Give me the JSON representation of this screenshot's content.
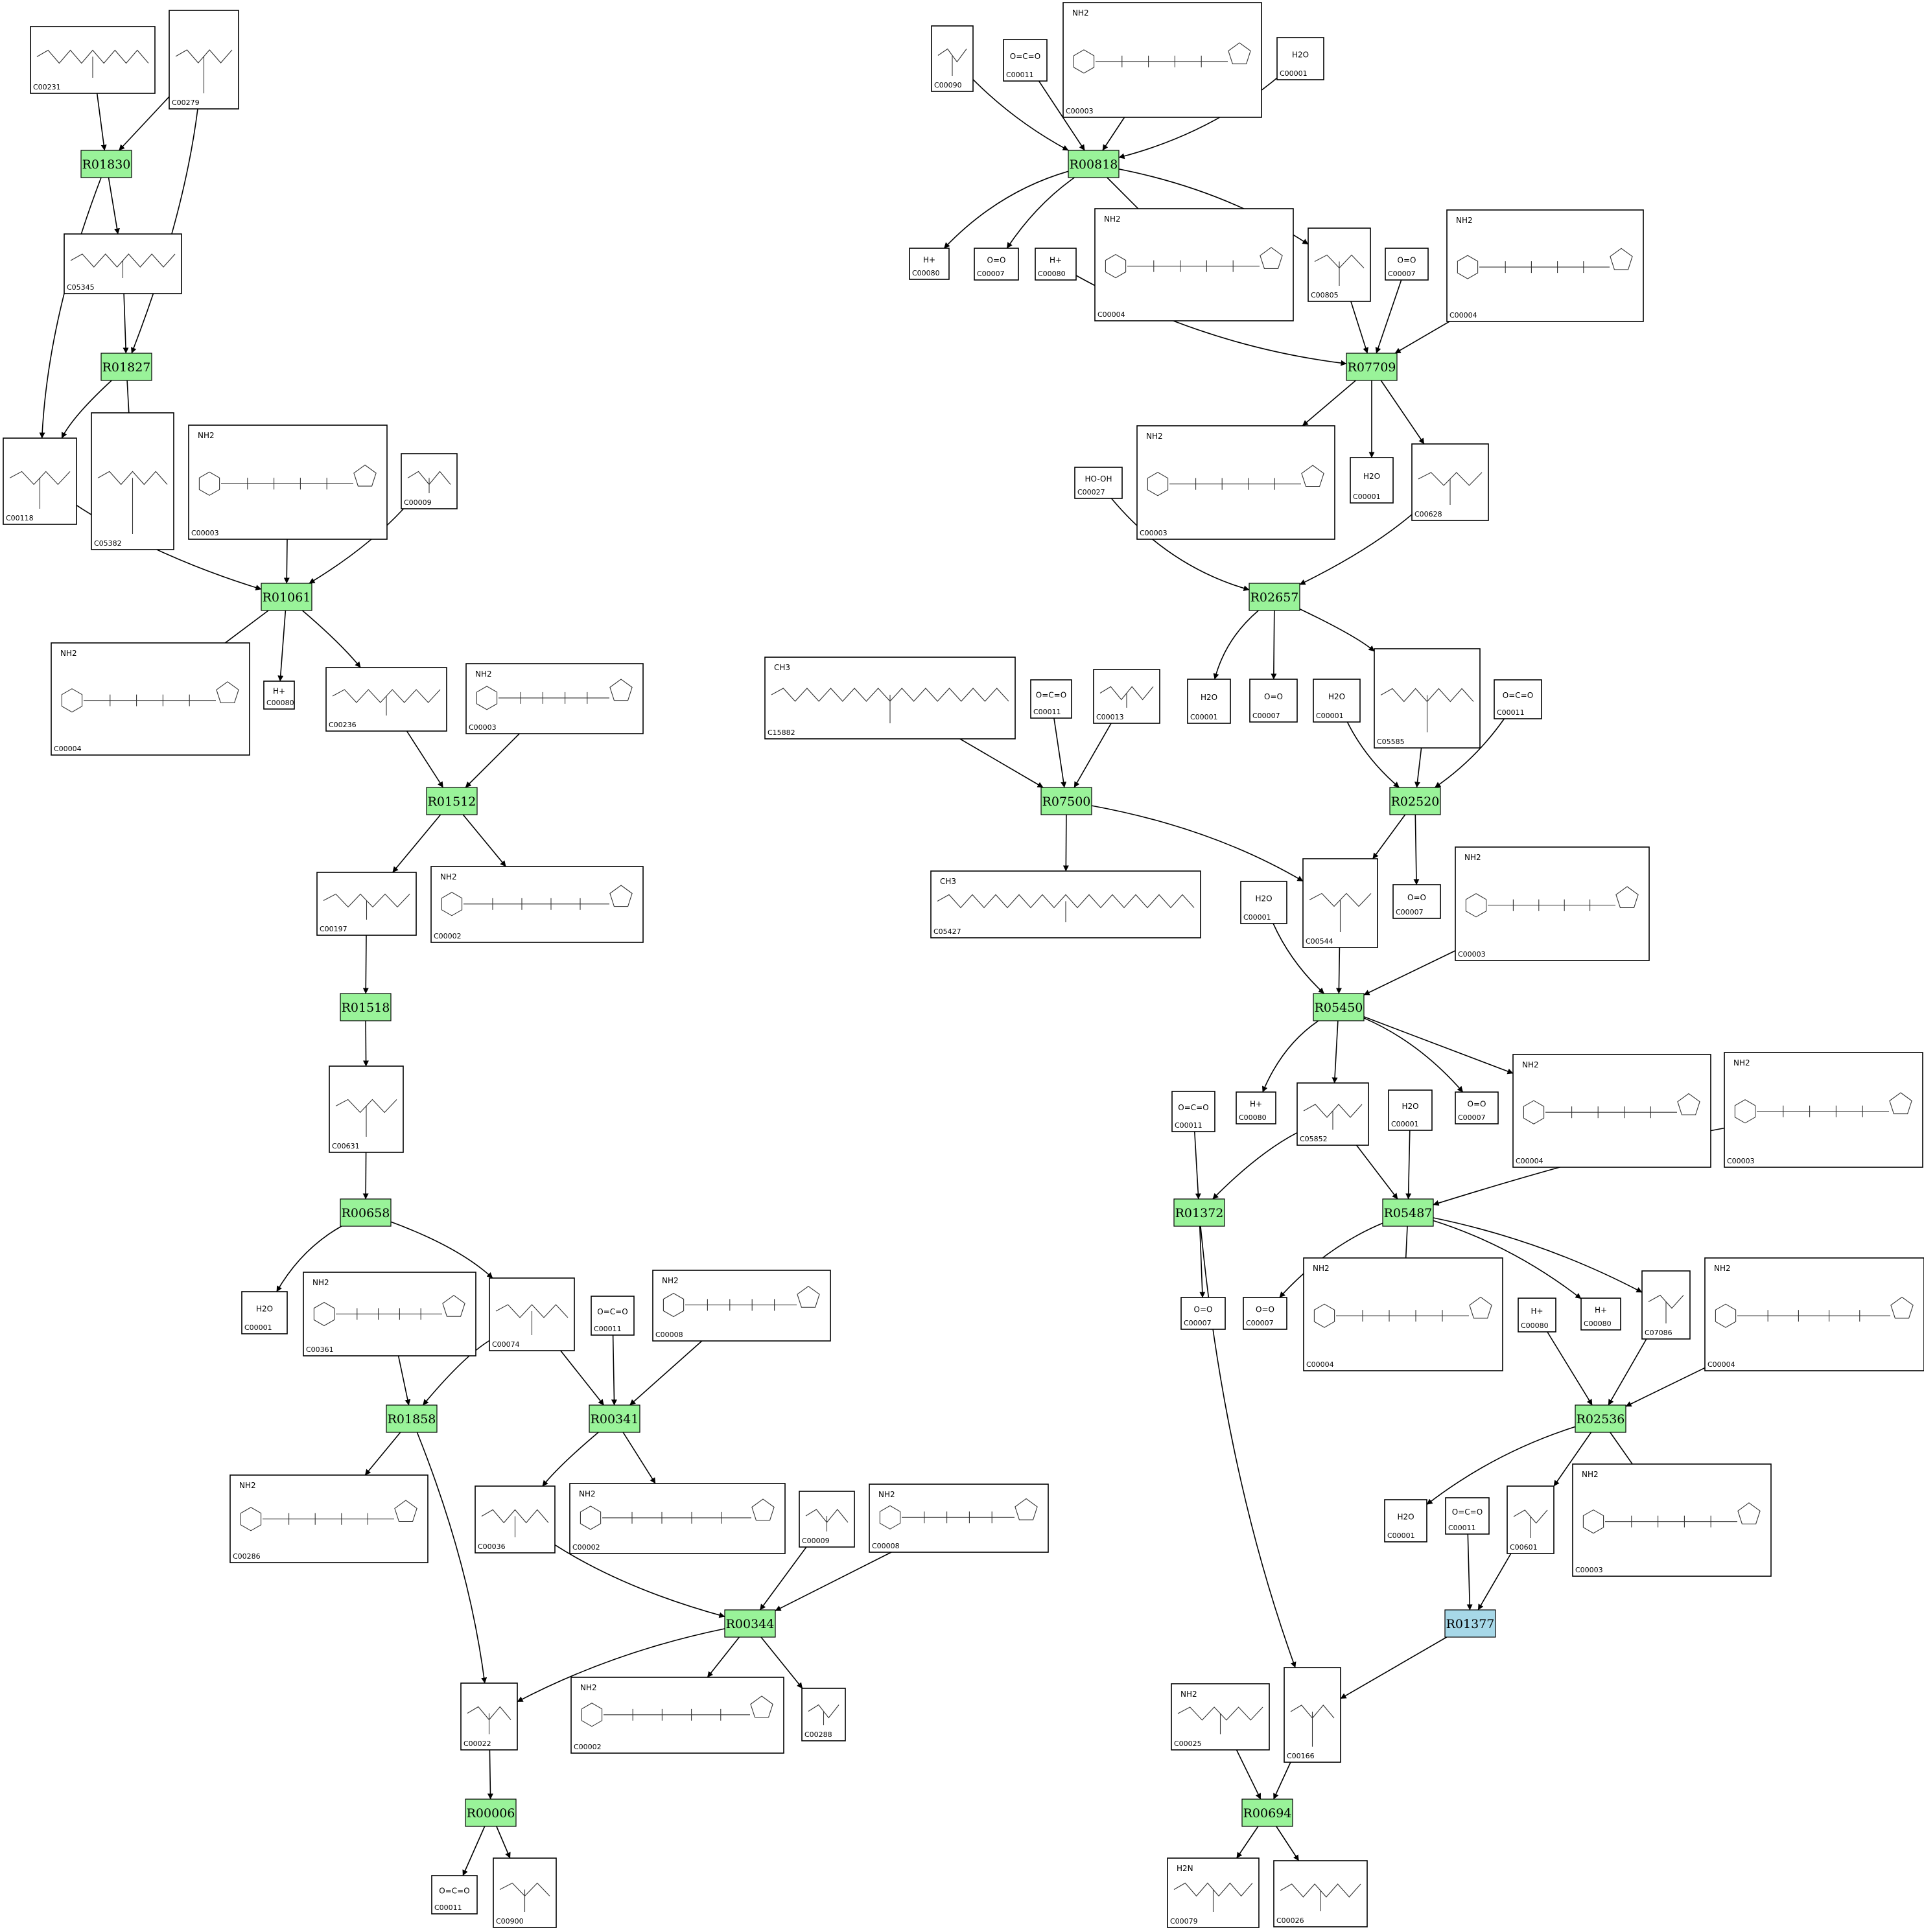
{
  "colors": {
    "reaction_fill": "#99f399",
    "reaction_highlight_fill": "#a7d8e8",
    "edge": "#000000",
    "compound_border": "#000000"
  },
  "reactions": [
    {
      "id": "R01830",
      "label": "R01830",
      "highlight": false
    },
    {
      "id": "R01827",
      "label": "R01827",
      "highlight": false
    },
    {
      "id": "R01061",
      "label": "R01061",
      "highlight": false
    },
    {
      "id": "R01512",
      "label": "R01512",
      "highlight": false
    },
    {
      "id": "R01518",
      "label": "R01518",
      "highlight": false
    },
    {
      "id": "R00658",
      "label": "R00658",
      "highlight": false
    },
    {
      "id": "R01858",
      "label": "R01858",
      "highlight": false
    },
    {
      "id": "R00341",
      "label": "R00341",
      "highlight": false
    },
    {
      "id": "R00344",
      "label": "R00344",
      "highlight": false
    },
    {
      "id": "R00006",
      "label": "R00006",
      "highlight": false
    },
    {
      "id": "R00818",
      "label": "R00818",
      "highlight": false
    },
    {
      "id": "R07709",
      "label": "R07709",
      "highlight": false
    },
    {
      "id": "R02657",
      "label": "R02657",
      "highlight": false
    },
    {
      "id": "R07500",
      "label": "R07500",
      "highlight": false
    },
    {
      "id": "R02520",
      "label": "R02520",
      "highlight": false
    },
    {
      "id": "R05450",
      "label": "R05450",
      "highlight": false
    },
    {
      "id": "R01372",
      "label": "R01372",
      "highlight": false
    },
    {
      "id": "R05487",
      "label": "R05487",
      "highlight": false
    },
    {
      "id": "R02536",
      "label": "R02536",
      "highlight": false
    },
    {
      "id": "R01377",
      "label": "R01377",
      "highlight": true
    },
    {
      "id": "R00694",
      "label": "R00694",
      "highlight": false
    }
  ],
  "compounds": [
    {
      "key": "n1",
      "label": "C00231",
      "struct": ""
    },
    {
      "key": "n2",
      "label": "C00279",
      "struct": ""
    },
    {
      "key": "n3",
      "label": "C05345",
      "struct": ""
    },
    {
      "key": "n4",
      "label": "C00118",
      "struct": ""
    },
    {
      "key": "n5",
      "label": "C05382",
      "struct": ""
    },
    {
      "key": "n6",
      "label": "C00003",
      "struct": "NH2"
    },
    {
      "key": "n7",
      "label": "C00009",
      "struct": ""
    },
    {
      "key": "n8",
      "label": "C00004",
      "struct": "NH2"
    },
    {
      "key": "n9",
      "label": "C00080",
      "struct": "H+"
    },
    {
      "key": "n10",
      "label": "C00236",
      "struct": ""
    },
    {
      "key": "n11",
      "label": "C00003",
      "struct": "NH2"
    },
    {
      "key": "n12",
      "label": "C00197",
      "struct": ""
    },
    {
      "key": "n13",
      "label": "C00002",
      "struct": "NH2"
    },
    {
      "key": "n14",
      "label": "C00631",
      "struct": ""
    },
    {
      "key": "n15",
      "label": "C00001",
      "struct": "H2O"
    },
    {
      "key": "n16",
      "label": "C00361",
      "struct": "NH2"
    },
    {
      "key": "n17",
      "label": "C00074",
      "struct": ""
    },
    {
      "key": "n18",
      "label": "C00011",
      "struct": "O=C=O"
    },
    {
      "key": "n19",
      "label": "C00008",
      "struct": "NH2"
    },
    {
      "key": "n20",
      "label": "C00286",
      "struct": "NH2"
    },
    {
      "key": "n21",
      "label": "C00036",
      "struct": ""
    },
    {
      "key": "n22",
      "label": "C00002",
      "struct": "NH2"
    },
    {
      "key": "n23",
      "label": "C00009",
      "struct": ""
    },
    {
      "key": "n24",
      "label": "C00008",
      "struct": "NH2"
    },
    {
      "key": "n25",
      "label": "C00022",
      "struct": ""
    },
    {
      "key": "n26",
      "label": "C00002",
      "struct": "NH2"
    },
    {
      "key": "n27",
      "label": "C00288",
      "struct": ""
    },
    {
      "key": "n28",
      "label": "C00011",
      "struct": "O=C=O"
    },
    {
      "key": "n29",
      "label": "C00900",
      "struct": ""
    },
    {
      "key": "m1",
      "label": "C00090",
      "struct": ""
    },
    {
      "key": "m2",
      "label": "C00011",
      "struct": "O=C=O"
    },
    {
      "key": "m3",
      "label": "C00003",
      "struct": "NH2"
    },
    {
      "key": "m4",
      "label": "C00001",
      "struct": "H2O"
    },
    {
      "key": "m5",
      "label": "C00080",
      "struct": "H+"
    },
    {
      "key": "m6",
      "label": "C00007",
      "struct": "O=O"
    },
    {
      "key": "m7",
      "label": "C00080",
      "struct": "H+"
    },
    {
      "key": "m8",
      "label": "C00004",
      "struct": "NH2"
    },
    {
      "key": "m9",
      "label": "C00805",
      "struct": ""
    },
    {
      "key": "m10",
      "label": "C00007",
      "struct": "O=O"
    },
    {
      "key": "m11",
      "label": "C00004",
      "struct": "NH2"
    },
    {
      "key": "m12",
      "label": "C00003",
      "struct": "NH2"
    },
    {
      "key": "m13",
      "label": "C00001",
      "struct": "H2O"
    },
    {
      "key": "m14",
      "label": "C00628",
      "struct": ""
    },
    {
      "key": "m15",
      "label": "C00027",
      "struct": "HO-OH"
    },
    {
      "key": "m16",
      "label": "C15882",
      "struct": "CH3"
    },
    {
      "key": "m17",
      "label": "C00011",
      "struct": "O=C=O"
    },
    {
      "key": "m18",
      "label": "C00013",
      "struct": ""
    },
    {
      "key": "m19",
      "label": "C00001",
      "struct": "H2O"
    },
    {
      "key": "m20",
      "label": "C00007",
      "struct": "O=O"
    },
    {
      "key": "m21",
      "label": "C00001",
      "struct": "H2O"
    },
    {
      "key": "m22",
      "label": "C05585",
      "struct": ""
    },
    {
      "key": "m23",
      "label": "C00011",
      "struct": "O=C=O"
    },
    {
      "key": "m24",
      "label": "C05427",
      "struct": "CH3"
    },
    {
      "key": "m25",
      "label": "C00001",
      "struct": "H2O"
    },
    {
      "key": "m26",
      "label": "C00544",
      "struct": ""
    },
    {
      "key": "m27",
      "label": "C00007",
      "struct": "O=O"
    },
    {
      "key": "m28",
      "label": "C00003",
      "struct": "NH2"
    },
    {
      "key": "m29",
      "label": "C00011",
      "struct": "O=C=O"
    },
    {
      "key": "m30",
      "label": "C00080",
      "struct": "H+"
    },
    {
      "key": "m31",
      "label": "C05852",
      "struct": ""
    },
    {
      "key": "m32",
      "label": "C00001",
      "struct": "H2O"
    },
    {
      "key": "m33",
      "label": "C00007",
      "struct": "O=O"
    },
    {
      "key": "m34",
      "label": "C00004",
      "struct": "NH2"
    },
    {
      "key": "m35",
      "label": "C00003",
      "struct": "NH2"
    },
    {
      "key": "m36",
      "label": "C00007",
      "struct": "O=O"
    },
    {
      "key": "m37",
      "label": "C00007",
      "struct": "O=O"
    },
    {
      "key": "m38",
      "label": "C00004",
      "struct": "NH2"
    },
    {
      "key": "m39",
      "label": "C00080",
      "struct": "H+"
    },
    {
      "key": "m40",
      "label": "C00080",
      "struct": "H+"
    },
    {
      "key": "m41",
      "label": "C07086",
      "struct": ""
    },
    {
      "key": "m42",
      "label": "C00004",
      "struct": "NH2"
    },
    {
      "key": "m43",
      "label": "C00001",
      "struct": "H2O"
    },
    {
      "key": "m44",
      "label": "C00011",
      "struct": "O=C=O"
    },
    {
      "key": "m45",
      "label": "C00601",
      "struct": ""
    },
    {
      "key": "m46",
      "label": "C00003",
      "struct": "NH2"
    },
    {
      "key": "m47",
      "label": "C00025",
      "struct": "NH2"
    },
    {
      "key": "m48",
      "label": "C00166",
      "struct": ""
    },
    {
      "key": "m49",
      "label": "C00079",
      "struct": "H2N"
    },
    {
      "key": "m50",
      "label": "C00026",
      "struct": ""
    }
  ]
}
